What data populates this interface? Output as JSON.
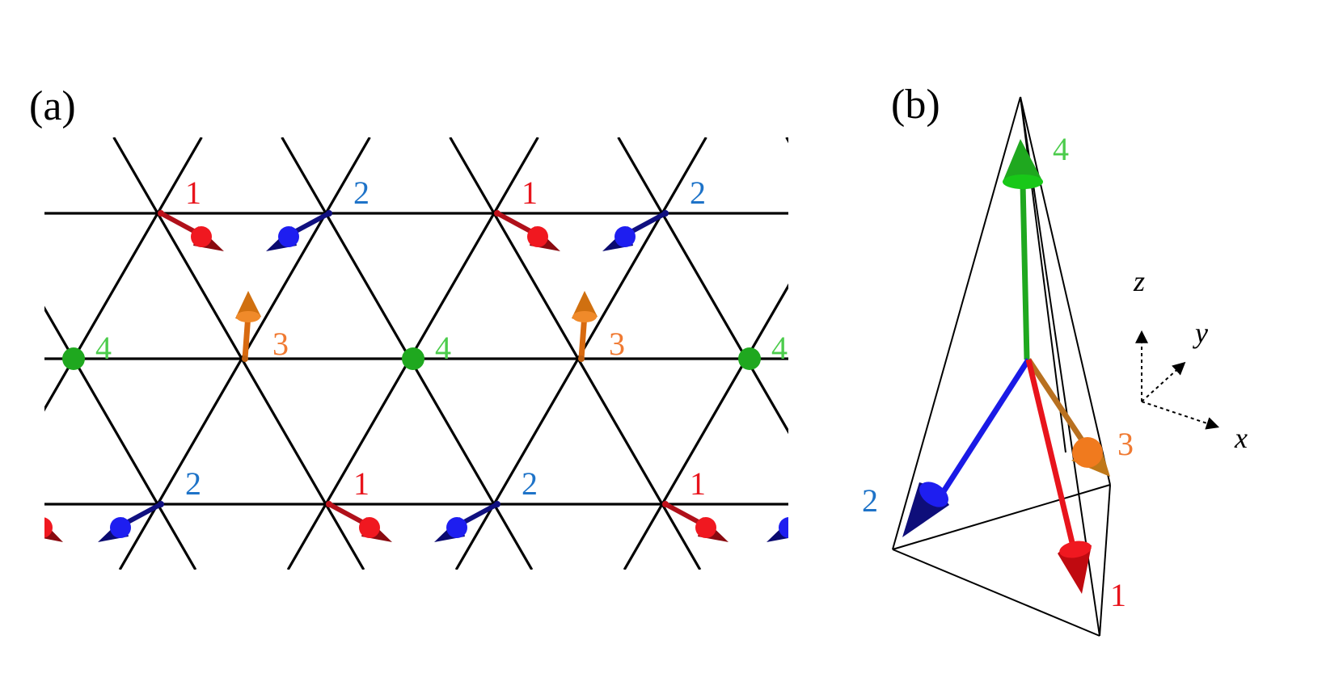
{
  "panels": {
    "a": {
      "label": "(a)"
    },
    "b": {
      "label": "(b)"
    }
  },
  "site_labels": {
    "site1": "1",
    "site2": "2",
    "site3": "3",
    "site4": "4"
  },
  "axes": {
    "x": "x",
    "y": "y",
    "z": "z"
  },
  "colors": {
    "site1": "#e8141c",
    "site2": "#1a1ae6",
    "site3": "#f07a1e",
    "site4": "#1fa81f",
    "label1": "#e8141c",
    "label2": "#1e73c8",
    "label3": "#f07a32",
    "label4": "#4ccc4c"
  }
}
